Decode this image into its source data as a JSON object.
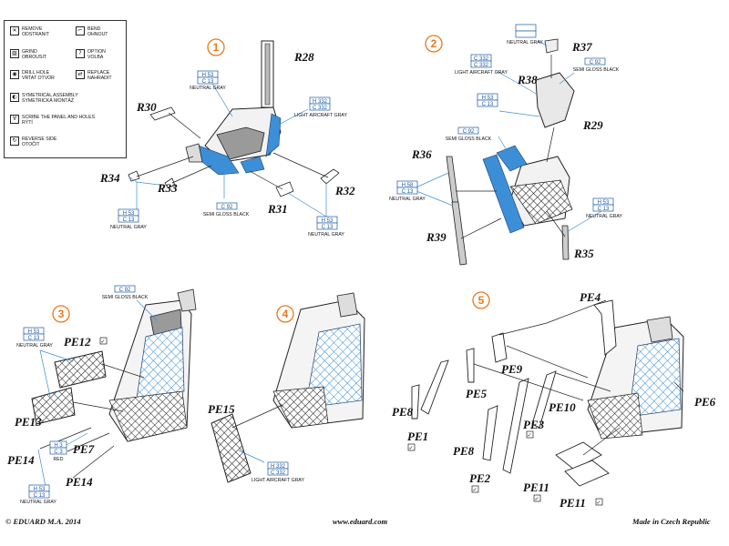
{
  "legend": {
    "items": [
      {
        "icon": "remove-constraint-icon",
        "glyph": "✕",
        "lines": [
          "REMOVE",
          "ODSTRANIT"
        ]
      },
      {
        "icon": "bend-icon",
        "glyph": "⌐",
        "lines": [
          "BEND",
          "OHNOUT"
        ]
      },
      {
        "icon": "grind-icon",
        "glyph": "▨",
        "lines": [
          "GRIND",
          "OBROUSIT"
        ]
      },
      {
        "icon": "option-icon",
        "glyph": "?",
        "lines": [
          "OPTION",
          "VOLBA"
        ]
      },
      {
        "icon": "drill-hole-icon",
        "glyph": "◉",
        "lines": [
          "DRILL HOLE",
          "VRTAT OTVOR"
        ]
      },
      {
        "icon": "replace-icon",
        "glyph": "⇄",
        "lines": [
          "REPLACE",
          "NAHRADIT"
        ]
      },
      {
        "icon": "symmetrical-assembly-icon",
        "glyph": "◐",
        "lines": [
          "SYMETRICAL ASSEMBLY",
          "SYMETRICKÁ MONTÁŽ"
        ]
      },
      {
        "icon": "scribe-icon",
        "glyph": "∀",
        "lines": [
          "SCRIBE THE PANEL AND HOLES",
          "RÝTÍ"
        ]
      },
      {
        "icon": "reverse-side-icon",
        "glyph": "↻",
        "lines": [
          "REVERSE SIDE",
          "OTOČIT"
        ]
      }
    ]
  },
  "steps": [
    "1",
    "2",
    "3",
    "4",
    "5"
  ],
  "parts": [
    "R28",
    "R30",
    "R34",
    "R33",
    "R31",
    "R32",
    "R37",
    "R38",
    "R29",
    "R36",
    "R39",
    "R35",
    "PE12",
    "PE13",
    "PE7",
    "PE14",
    "PE14",
    "PE15",
    "PE4",
    "PE9",
    "PE5",
    "PE8",
    "PE1",
    "PE8",
    "PE10",
    "PE3",
    "PE2",
    "PE11",
    "PE11",
    "PE6"
  ],
  "paints": [
    {
      "codes": [
        "H 53",
        "C 13"
      ],
      "name": "NEUTRAL GRAY"
    },
    {
      "codes": [
        "H 332",
        "C 332"
      ],
      "name": "LIGHT AIRCRAFT GRAY"
    },
    {
      "codes": [
        "H 53",
        "C 13"
      ],
      "name": "NEUTRAL GRAY"
    },
    {
      "codes": [
        "C 92"
      ],
      "name": "SEMI GLOSS BLACK"
    },
    {
      "codes": [
        "H 53",
        "C 13"
      ],
      "name": "NEUTRAL GRAY"
    },
    {
      "codes": [
        "",
        ""
      ],
      "name": "NEUTRAL GRAY"
    },
    {
      "codes": [
        "C 332",
        "C 332"
      ],
      "name": "LIGHT AIRCRAFT GRAY"
    },
    {
      "codes": [
        "C 92"
      ],
      "name": "SEMI GLOSS BLACK"
    },
    {
      "codes": [
        "H 53",
        "C 13"
      ],
      "name": ""
    },
    {
      "codes": [
        "C 92"
      ],
      "name": "SEMI GLOSS BLACK"
    },
    {
      "codes": [
        "H 58",
        "C 13"
      ],
      "name": "NEUTRAL GRAY"
    },
    {
      "codes": [
        "H 53",
        "C 13"
      ],
      "name": "NEUTRAL GRAY"
    },
    {
      "codes": [
        "C 92"
      ],
      "name": "SEMI GLOSS BLACK"
    },
    {
      "codes": [
        "H 53",
        "C 13"
      ],
      "name": "NEUTRAL GRAY"
    },
    {
      "codes": [
        "H 3",
        "C 3"
      ],
      "name": "RED"
    },
    {
      "codes": [
        "H 53",
        "C 13"
      ],
      "name": "NEUTRAL GRAY"
    },
    {
      "codes": [
        "H 332",
        "C 332"
      ],
      "name": "LIGHT AIRCRAFT GRAY"
    }
  ],
  "footer": {
    "left": "© EDUARD  M.A. 2014",
    "center": "www.eduard.com",
    "right": "Made in Czech Republic"
  },
  "colors": {
    "accent_blue": "#3c8fd6",
    "step_orange": "#e87a1c",
    "paint_box": "#1d5aa0",
    "seat_gray": "#9a9a9a"
  }
}
